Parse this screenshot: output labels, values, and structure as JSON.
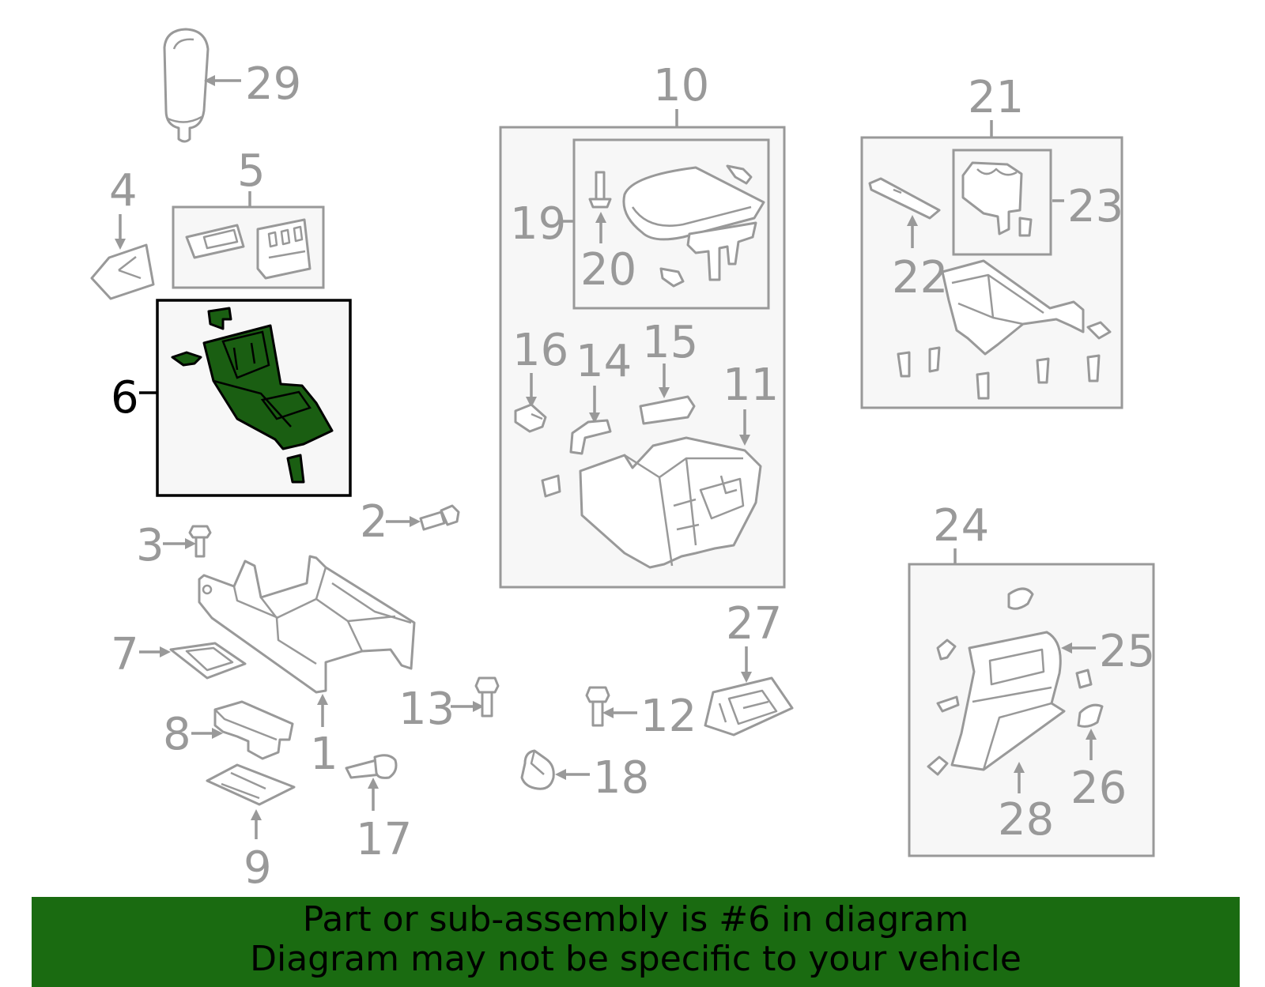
{
  "colors": {
    "selected_fill": "#1a5e12",
    "banner": "#1a6b11",
    "callout": "#999999"
  },
  "callouts": {
    "p1": "1",
    "p2": "2",
    "p3": "3",
    "p4": "4",
    "p5": "5",
    "p6": "6",
    "p7": "7",
    "p8": "8",
    "p9": "9",
    "p10": "10",
    "p11": "11",
    "p12": "12",
    "p13": "13",
    "p14": "14",
    "p15": "15",
    "p16": "16",
    "p17": "17",
    "p18": "18",
    "p19": "19",
    "p20": "20",
    "p21": "21",
    "p22": "22",
    "p23": "23",
    "p24": "24",
    "p25": "25",
    "p26": "26",
    "p27": "27",
    "p28": "28",
    "p29": "29"
  },
  "selected_part": "6",
  "banner": {
    "line1": "Part or sub-assembly is #6 in diagram",
    "line2": "Diagram may not be specific to your vehicle"
  }
}
